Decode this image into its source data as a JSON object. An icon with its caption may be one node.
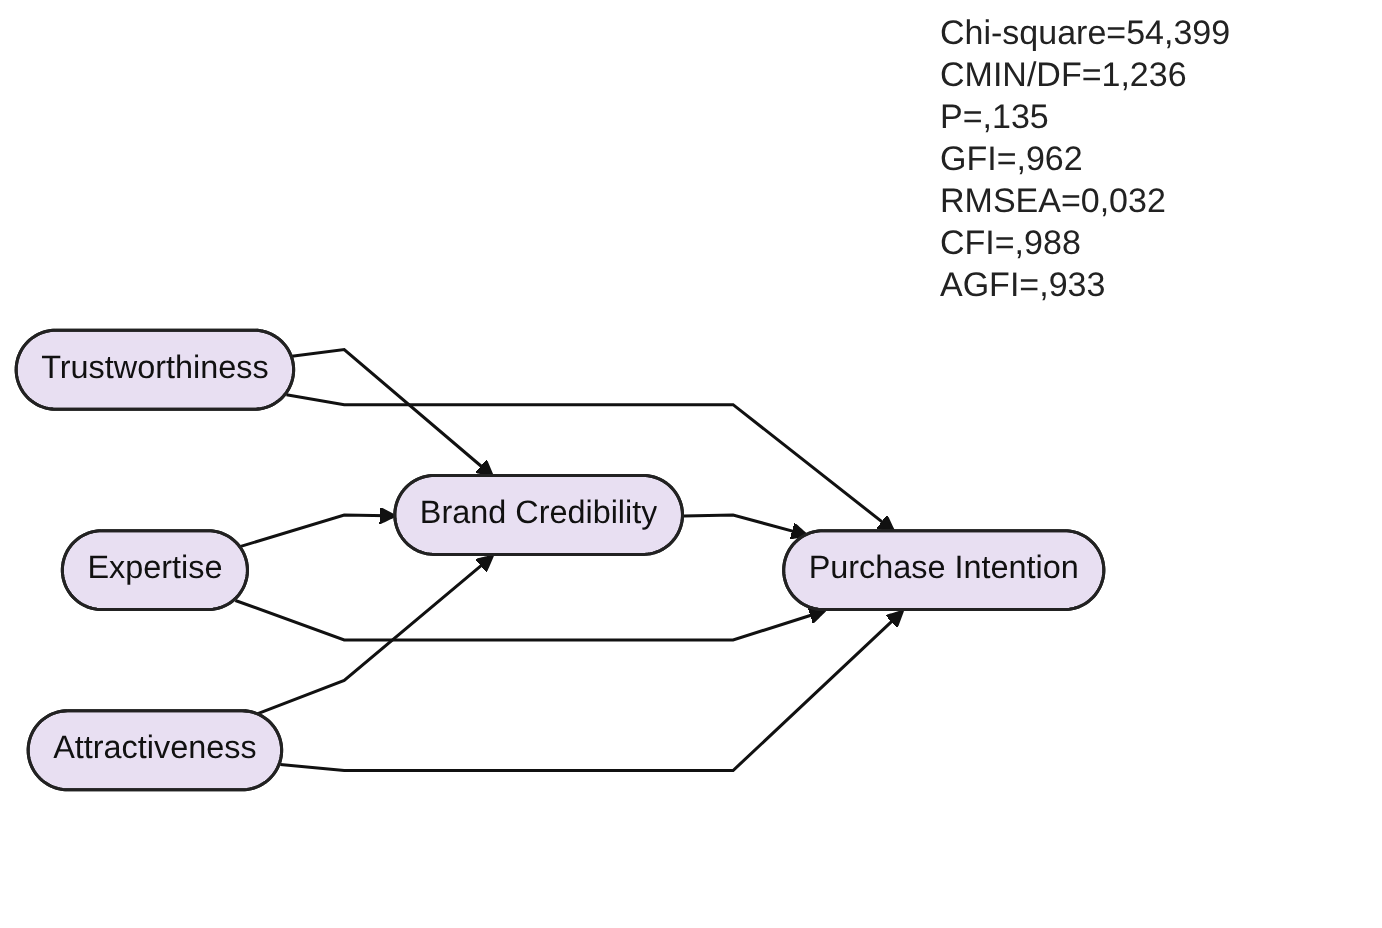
{
  "diagram": {
    "nodes": [
      {
        "text": [
          "Trustworthiness"
        ]
      },
      {
        "text": [
          "Expertise"
        ]
      },
      {
        "text": [
          "Brand Credibility"
        ]
      },
      {
        "text": [
          "Purchase Intention"
        ]
      },
      {
        "text": [
          "Attractiveness"
        ]
      }
    ],
    "edges": [
      {
        "from": 0,
        "to": 2,
        "arrow": "to"
      },
      {
        "from": 0,
        "to": 3,
        "arrow": "to"
      },
      {
        "from": 1,
        "to": 2,
        "arrow": "to"
      },
      {
        "from": 1,
        "to": 3,
        "arrow": "to"
      },
      {
        "from": 4,
        "to": 2,
        "arrow": "to"
      },
      {
        "from": 4,
        "to": 3,
        "arrow": "to"
      },
      {
        "from": 2,
        "to": 3,
        "arrow": "to"
      }
    ],
    "labels": [
      "Chi-square=54,399",
      "CMIN/DF=1,236",
      "P=,135",
      "GFI=,962",
      "RMSEA=0,032",
      "CFI=,988",
      "AGFI=,933"
    ]
  }
}
